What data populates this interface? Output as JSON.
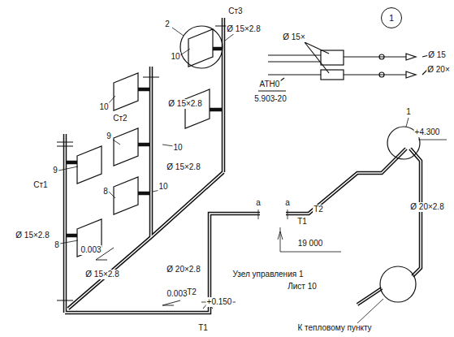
{
  "diagram": {
    "nodes": [
      {
        "text": [
          "1"
        ]
      }
    ],
    "labels": [
      "Ст3",
      "2",
      "10",
      "Ø 15×2.8",
      "10",
      "Ø 15×2.8",
      "Ст2",
      "9",
      "10",
      "10",
      "8",
      "Ø 15×2.8",
      "9",
      "Ст1",
      "Ø 15×2.8",
      "8",
      "0.003",
      "Ø 15×2.8",
      "Ø 20×2.8",
      "+0.150",
      "Т2",
      "0.003",
      "Т1",
      "а",
      "а",
      "Т2",
      "Т1",
      "19 000",
      "Узел управления 1",
      "Лист 10",
      "К тепловому пункту",
      "1",
      "+4.300",
      "Ø 20×2.8",
      "Ø 15×",
      "Ø 15",
      "Ø 20×",
      "АТН0",
      "5.903-20"
    ]
  }
}
